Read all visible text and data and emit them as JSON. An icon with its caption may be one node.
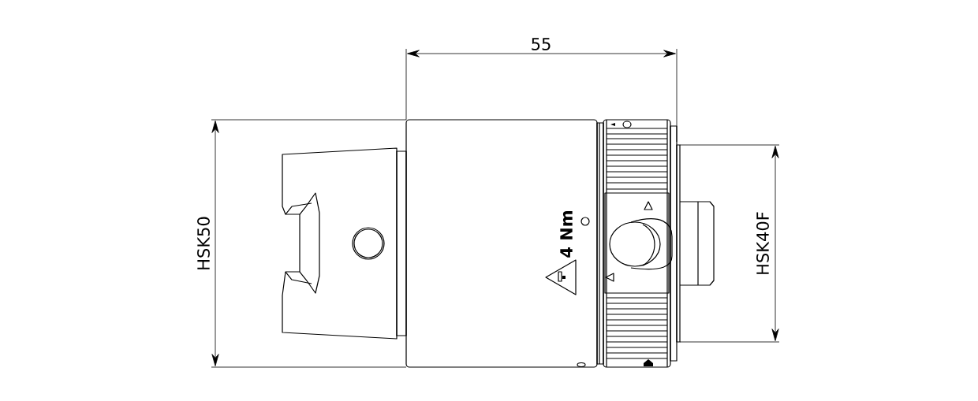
{
  "diagram": {
    "labels": [
      "55",
      "HSK50",
      "HSK40F",
      "4 Nm"
    ]
  }
}
